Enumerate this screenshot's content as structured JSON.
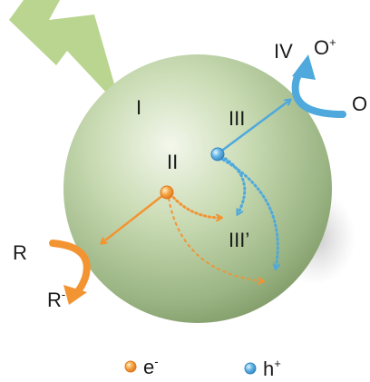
{
  "labels": {
    "stage_1": "I",
    "stage_2": "II",
    "stage_3": "III",
    "stage_3_prime": "III’",
    "stage_4": "IV"
  },
  "species": {
    "reductant": "R",
    "reduced": "R",
    "reduced_charge": "-",
    "oxidant_product": "O",
    "oxidant_product_charge": "+",
    "oxidant_reactant": "O"
  },
  "legend": {
    "electron_symbol": "e",
    "electron_charge": "-",
    "hole_symbol": "h",
    "hole_charge": "+"
  },
  "colors": {
    "light_bolt": "#b9d58f",
    "sphere_light": "#eef4e5",
    "sphere_mid": "#bcd3a4",
    "sphere_dark": "#7e9966",
    "electron": "#f39433",
    "hole": "#4fa9dc",
    "text": "#1a1a1a"
  }
}
